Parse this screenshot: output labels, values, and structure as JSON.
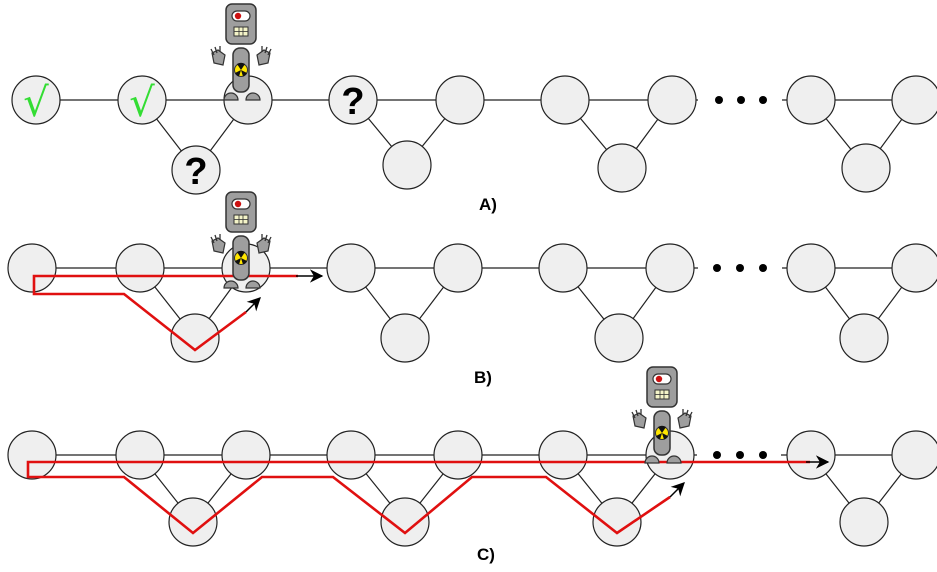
{
  "panels": [
    {
      "id": "A",
      "label": "A)",
      "node_marks": [
        "check",
        "check",
        "",
        "question",
        "",
        "",
        "",
        "",
        "",
        ""
      ],
      "bottom_marks": [
        "question",
        "",
        "",
        ""
      ],
      "robot_position": "node-3",
      "path": "none"
    },
    {
      "id": "B",
      "label": "B)",
      "node_marks": [
        "",
        "",
        "",
        "",
        "",
        "",
        "",
        "",
        "",
        ""
      ],
      "bottom_marks": [
        "",
        "",
        "",
        ""
      ],
      "robot_position": "node-3",
      "path": "explored first triangle, continuing right"
    },
    {
      "id": "C",
      "label": "C)",
      "node_marks": [
        "",
        "",
        "",
        "",
        "",
        "",
        "",
        "",
        "",
        ""
      ],
      "bottom_marks": [
        "",
        "",
        "",
        ""
      ],
      "robot_position": "node-7",
      "path": "explored three triangles, continuing right"
    }
  ],
  "symbols": {
    "check": "√",
    "question": "?",
    "ellipsis": "• • •"
  },
  "colors": {
    "node_fill": "#efefef",
    "node_stroke": "#222222",
    "path": "#e01010",
    "check": "#33dd33",
    "robot_body": "#9e9e9e",
    "robot_light": "#cc1111",
    "hazard": "#ffe600"
  }
}
